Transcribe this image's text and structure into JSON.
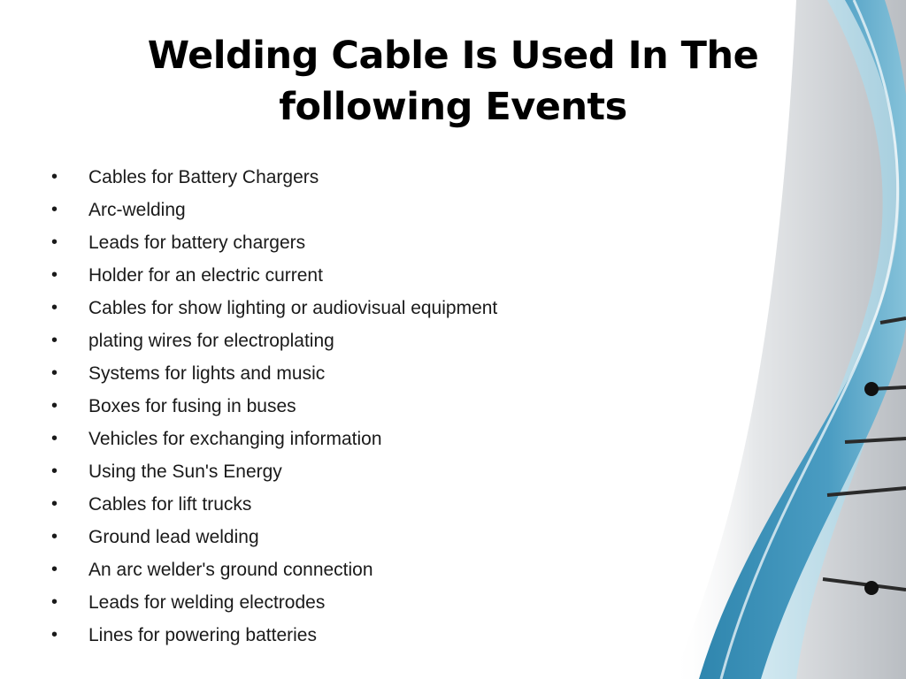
{
  "slide": {
    "title": "Welding Cable Is Used In The following Events",
    "bullet_symbol": "•",
    "bullets": [
      "Cables for Battery Chargers",
      "Arc-welding",
      "Leads for battery chargers",
      "Holder for an electric current",
      "Cables for show lighting or audiovisual equipment",
      "plating wires for electroplating",
      "Systems for lights and music",
      "Boxes for fusing in buses",
      "Vehicles for exchanging information",
      "Using the Sun's Energy",
      "Cables for lift trucks",
      "Ground lead welding",
      "An arc welder's ground connection",
      "Leads for welding electrodes",
      "Lines for powering batteries"
    ]
  },
  "theme": {
    "background": "#ffffff",
    "title_color": "#000000",
    "text_color": "#1a1a1a",
    "wave_dark": "#3b8fb5",
    "wave_light": "#a9d3e3",
    "panel_gray": "#c9ccd0"
  }
}
